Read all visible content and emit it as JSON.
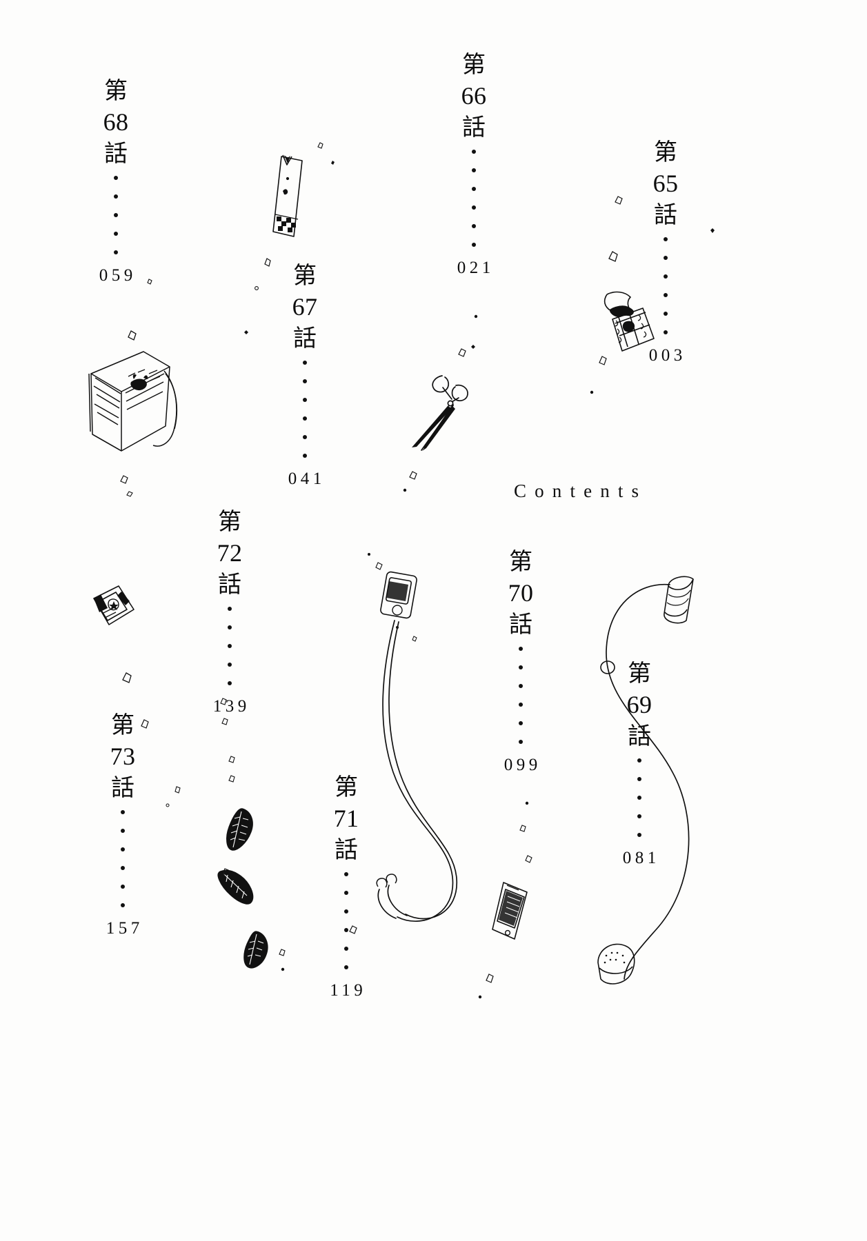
{
  "page": {
    "title": "Contents",
    "heading": "C o n t e n t s",
    "background_color": "#fdfdfc",
    "ink_color": "#111111"
  },
  "contents": {
    "heading": "Contents",
    "entries": [
      {
        "id": "ch65",
        "prefix": "第",
        "number": "65",
        "suffix": "話",
        "label": "第65話",
        "page": "003",
        "dots": 6
      },
      {
        "id": "ch66",
        "prefix": "第",
        "number": "66",
        "suffix": "話",
        "label": "第66話",
        "page": "021",
        "dots": 6
      },
      {
        "id": "ch67",
        "prefix": "第",
        "number": "67",
        "suffix": "話",
        "label": "第67話",
        "page": "041",
        "dots": 6
      },
      {
        "id": "ch68",
        "prefix": "第",
        "number": "68",
        "suffix": "話",
        "label": "第68話",
        "page": "059",
        "dots": 5
      },
      {
        "id": "ch69",
        "prefix": "第",
        "number": "69",
        "suffix": "話",
        "label": "第69話",
        "page": "081",
        "dots": 5
      },
      {
        "id": "ch70",
        "prefix": "第",
        "number": "70",
        "suffix": "話",
        "label": "第70話",
        "page": "099",
        "dots": 6
      },
      {
        "id": "ch71",
        "prefix": "第",
        "number": "71",
        "suffix": "話",
        "label": "第71話",
        "page": "119",
        "dots": 6
      },
      {
        "id": "ch72",
        "prefix": "第",
        "number": "72",
        "suffix": "話",
        "label": "第72話",
        "page": "139",
        "dots": 5
      },
      {
        "id": "ch73",
        "prefix": "第",
        "number": "73",
        "suffix": "話",
        "label": "第73話",
        "page": "157",
        "dots": 6
      }
    ]
  },
  "illustrations": [
    {
      "id": "bookmark",
      "name": "bookmark-illustration"
    },
    {
      "id": "notebook",
      "name": "open-notebook-illustration"
    },
    {
      "id": "scissors",
      "name": "scissors-illustration"
    },
    {
      "id": "candy-bag",
      "name": "candy-bag-illustration"
    },
    {
      "id": "music-player",
      "name": "music-player-illustration"
    },
    {
      "id": "earphone-cord",
      "name": "earphone-cord-illustration"
    },
    {
      "id": "smartphone",
      "name": "smartphone-illustration"
    },
    {
      "id": "thread-spool",
      "name": "thread-spool-illustration"
    },
    {
      "id": "feathers",
      "name": "feathers-illustration"
    },
    {
      "id": "lighter",
      "name": "lighter-illustration"
    }
  ]
}
